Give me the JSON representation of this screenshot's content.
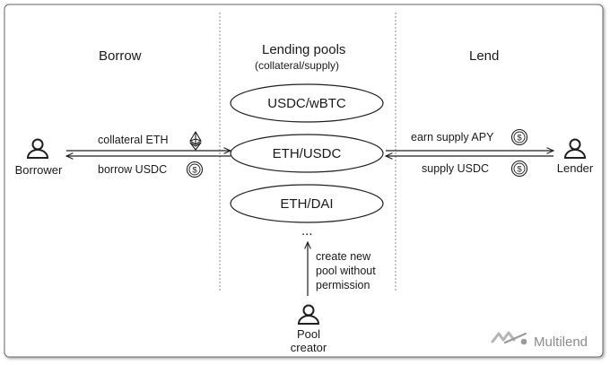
{
  "columns": {
    "borrow": "Borrow",
    "pools_title": "Lending pools",
    "pools_subtitle": "(collateral/supply)",
    "lend": "Lend"
  },
  "pools": [
    "USDC/wBTC",
    "ETH/USDC",
    "ETH/DAI"
  ],
  "pools_more": "...",
  "borrower": {
    "name": "Borrower",
    "collateral_label": "collateral ETH",
    "borrow_label": "borrow USDC"
  },
  "lender": {
    "name": "Lender",
    "earn_label": "earn supply APY",
    "supply_label": "supply USDC"
  },
  "creator": {
    "name_line1": "Pool",
    "name_line2": "creator",
    "note_line1": "create new",
    "note_line2": "pool without",
    "note_line3": "permission"
  },
  "brand": {
    "name": "Multilend"
  },
  "icons": {
    "borrower": "user-icon",
    "lender": "user-icon",
    "creator": "user-icon",
    "eth": "ethereum-icon",
    "usdc": "dollar-coin-icon",
    "brand": "multilend-logo-icon"
  },
  "colors": {
    "text": "#1a1a1a",
    "stroke": "#1f1f1f",
    "divider": "#8a8a8a",
    "brand": "#8c8c8c"
  }
}
